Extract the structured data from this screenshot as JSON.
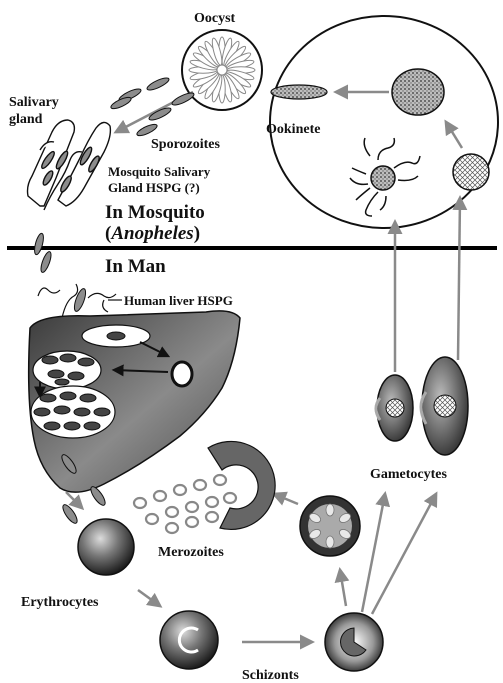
{
  "labels": {
    "oocyst": "Oocyst",
    "salivary_gland_line1": "Salivary",
    "salivary_gland_line2": "gland",
    "sporozoites": "Sporozoites",
    "mosquito_hspg_line1": "Mosquito Salivary",
    "mosquito_hspg_line2": "Gland HSPG (?)",
    "ookinete": "Ookinete",
    "in_mosquito": "In Mosquito",
    "anopheles_open": "(",
    "anopheles": "Anopheles",
    "anopheles_close": ")",
    "in_man": "In Man",
    "human_liver_hspg": "Human liver HSPG",
    "gametocytes": "Gametocytes",
    "merozoites": "Merozoites",
    "erythrocytes": "Erythrocytes",
    "schizonts": "Schizonts"
  },
  "colors": {
    "line": "#111111",
    "arrow_gray": "#8a8a8a",
    "parasite_gray": "#8c8c8c",
    "liver_dark": "#555555",
    "cell_dark": "#444444",
    "divider": "#000000"
  }
}
